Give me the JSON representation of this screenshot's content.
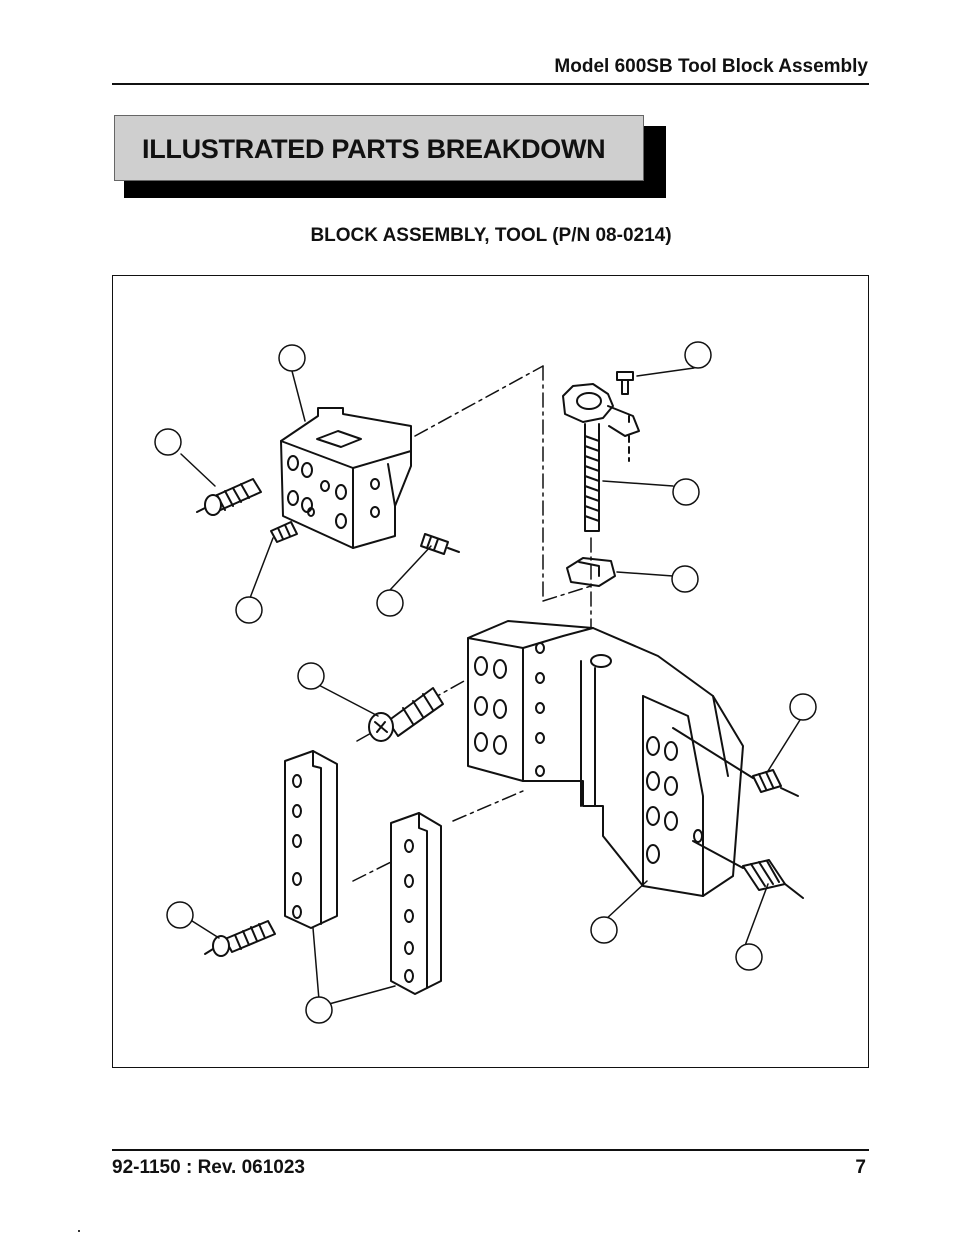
{
  "header": {
    "title": "Model 600SB Tool Block Assembly"
  },
  "banner": {
    "title": "ILLUSTRATED PARTS BREAKDOWN"
  },
  "figure": {
    "caption": "BLOCK ASSEMBLY, TOOL (P/N 08-0214)",
    "callout_count": 13
  },
  "footer": {
    "doc_ref": "92-1150 : Rev. 061023",
    "page_number": "7"
  }
}
